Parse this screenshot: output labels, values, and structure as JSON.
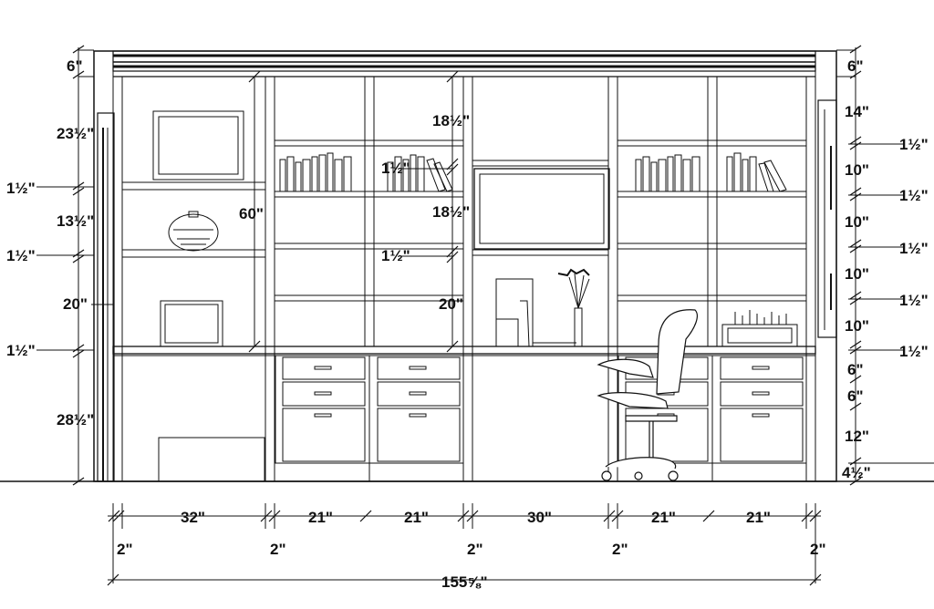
{
  "drawing": {
    "left_dims": [
      "6\"",
      "23½\"",
      "1½\"",
      "13½\"",
      "1½\"",
      "20\"",
      "1½\"",
      "28½\""
    ],
    "right_dims": [
      "6\"",
      "14\"",
      "1½\"",
      "10\"",
      "1½\"",
      "10\"",
      "1½\"",
      "10\"",
      "1½\"",
      "10\"",
      "1½\"",
      "6\"",
      "6\"",
      "12\"",
      "4½\""
    ],
    "inner_dims": [
      "60\"",
      "18½\"",
      "1½\"",
      "18½\"",
      "1½\"",
      "20\""
    ],
    "bottom_widths": [
      "32\"",
      "21\"",
      "21\"",
      "30\"",
      "21\"",
      "21\""
    ],
    "bottom_gaps": [
      "2\"",
      "2\"",
      "2\"",
      "2\"",
      "2\""
    ],
    "overall_width": "155⅝\""
  }
}
